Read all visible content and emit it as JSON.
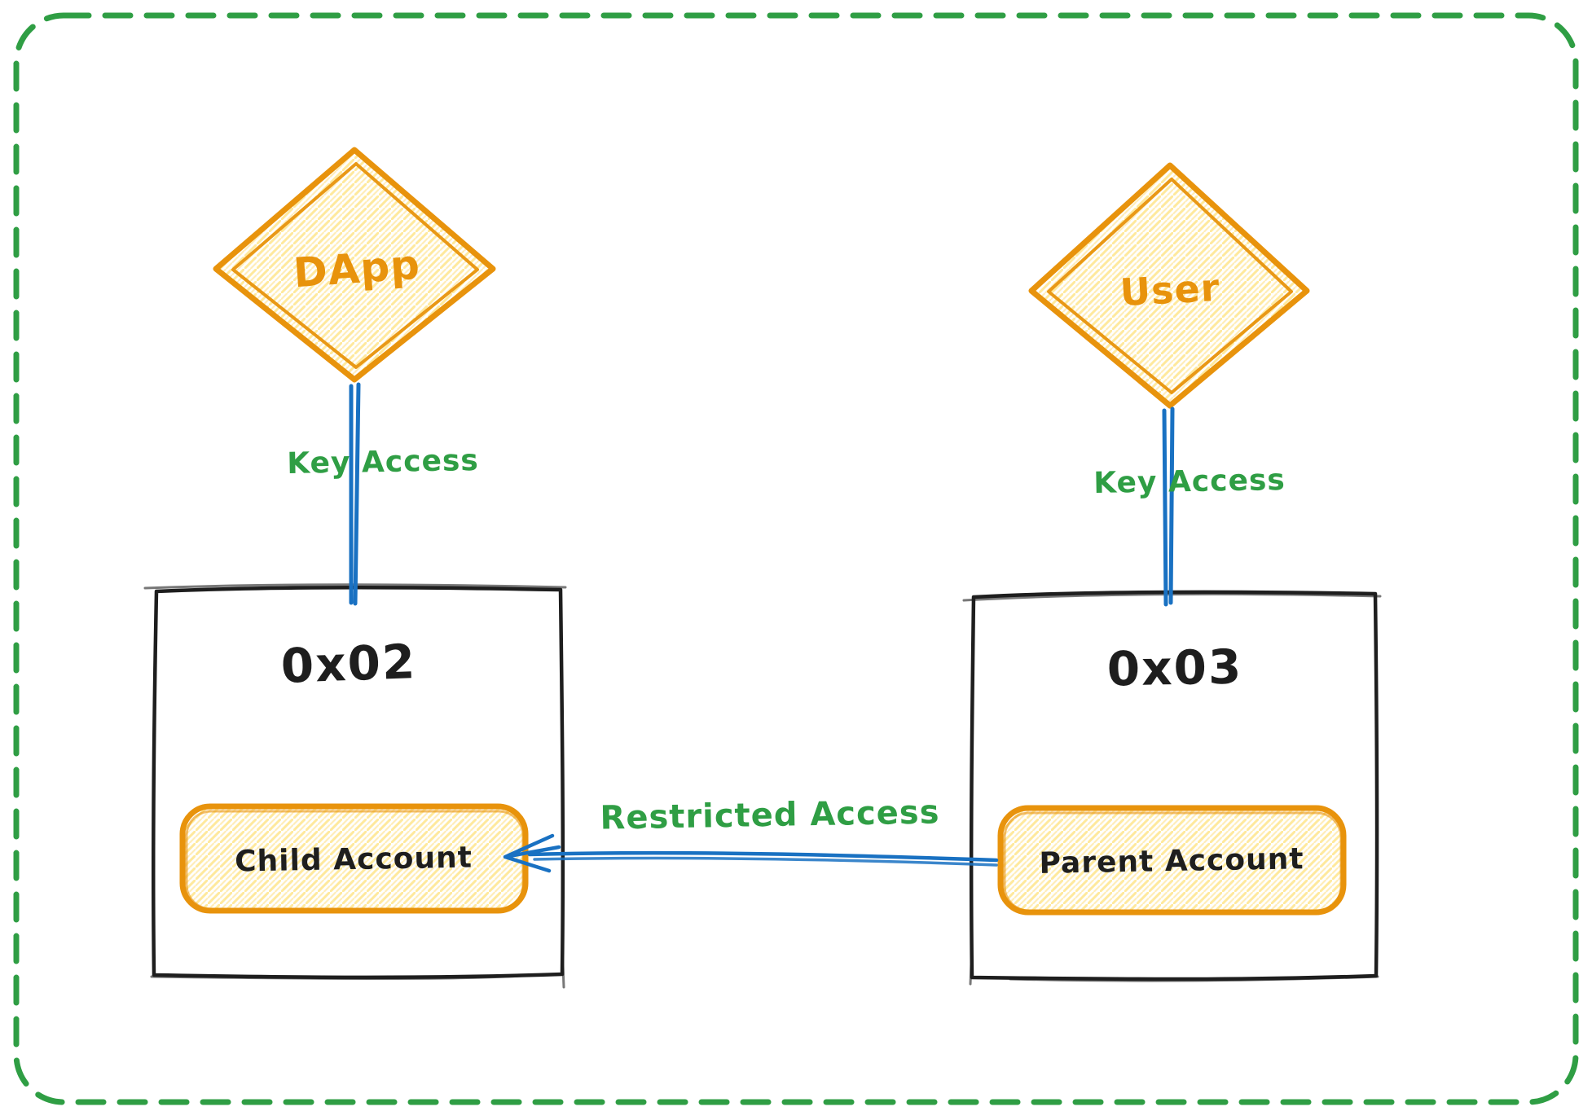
{
  "colors": {
    "ink": "#1e1e1e",
    "orange": "#e8930c",
    "yellow": "#ffd43b",
    "yellow_light": "#ffe9a8",
    "green": "#2f9e44",
    "blue": "#1971c2",
    "background": "#ffffff"
  },
  "actors": {
    "dapp": {
      "label": "DApp"
    },
    "user": {
      "label": "User"
    }
  },
  "wallets": {
    "left": {
      "address": "0x02",
      "account": "Child Account"
    },
    "right": {
      "address": "0x03",
      "account": "Parent Account"
    }
  },
  "edges": {
    "dapp_key": {
      "label": "Key Access"
    },
    "user_key": {
      "label": "Key Access"
    },
    "restricted": {
      "label": "Restricted Access"
    }
  }
}
